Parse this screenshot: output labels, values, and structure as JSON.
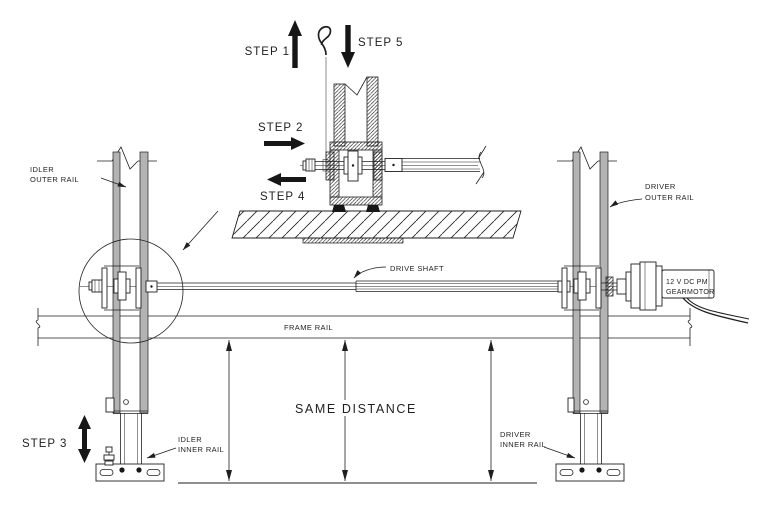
{
  "colors": {
    "line": "#1f1f1f",
    "background": "#ffffff",
    "rail_fill": "#b3b3b3"
  },
  "diagram": {
    "type": "mechanical-assembly-instructions",
    "steps": [
      {
        "label": "STEP 1",
        "direction": "up"
      },
      {
        "label": "STEP 2",
        "direction": "right"
      },
      {
        "label": "STEP 3",
        "direction": "up-down"
      },
      {
        "label": "STEP 4",
        "direction": "left"
      },
      {
        "label": "STEP 5",
        "direction": "down"
      }
    ],
    "part_labels": {
      "idler_outer_rail": {
        "line1": "IDLER",
        "line2": "OUTER RAIL"
      },
      "driver_outer_rail": {
        "line1": "DRIVER",
        "line2": "OUTER RAIL"
      },
      "idler_inner_rail": {
        "line1": "IDLER",
        "line2": "INNER RAIL"
      },
      "driver_inner_rail": {
        "line1": "DRIVER",
        "line2": "INNER RAIL"
      },
      "drive_shaft": "DRIVE SHAFT",
      "frame_rail": "FRAME RAIL",
      "gearmotor": {
        "line1": "12 V DC PM",
        "line2": "GEARMOTOR"
      }
    },
    "annotations": {
      "same_distance": "SAME DISTANCE"
    }
  }
}
